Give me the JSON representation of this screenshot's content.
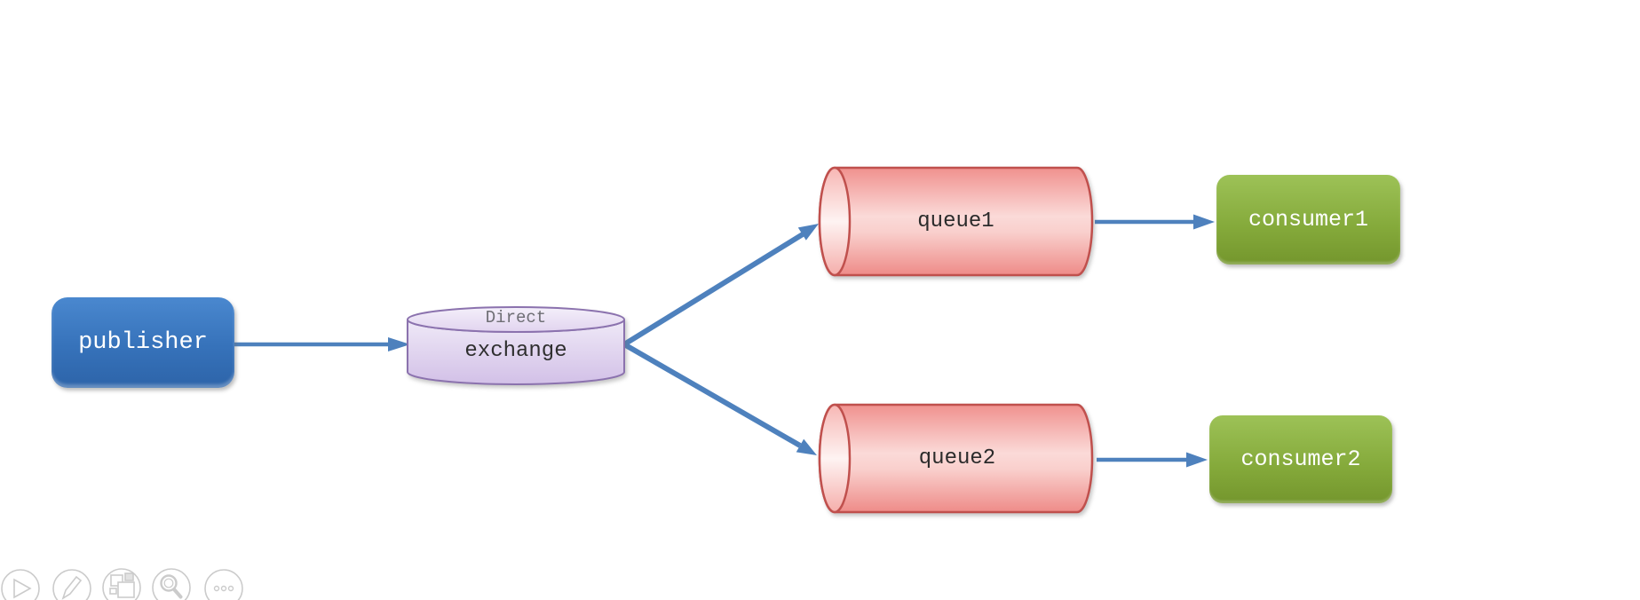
{
  "canvas": {
    "background": "#FFFFFF"
  },
  "nodes": {
    "publisher": {
      "label": "publisher",
      "fill": "#3B74BC",
      "text_color": "#FFFFFF"
    },
    "exchange": {
      "type_label": "Direct",
      "label": "exchange",
      "fill": "#DFCFEF",
      "border": "#8B72AE",
      "type_text_color": "#6E6E74",
      "label_text_color": "#2F2F2F"
    },
    "queue1": {
      "label": "queue1",
      "fill": "#F7A9A6",
      "border": "#C0504D",
      "text_color": "#2B2B2B"
    },
    "queue2": {
      "label": "queue2",
      "fill": "#F7A9A6",
      "border": "#C0504D",
      "text_color": "#2B2B2B"
    },
    "consumer1": {
      "label": "consumer1",
      "fill": "#8AAF3C",
      "text_color": "#FFFFFF"
    },
    "consumer2": {
      "label": "consumer2",
      "fill": "#8AAF3C",
      "text_color": "#FFFFFF"
    }
  },
  "edges": [
    {
      "from": "publisher",
      "to": "exchange"
    },
    {
      "from": "exchange",
      "to": "queue1"
    },
    {
      "from": "exchange",
      "to": "queue2"
    },
    {
      "from": "queue1",
      "to": "consumer1"
    },
    {
      "from": "queue2",
      "to": "consumer2"
    }
  ],
  "arrow_color": "#4E81BD",
  "toolbar": {
    "icon_color": "#CBCBCB",
    "buttons": [
      {
        "icon": "play-icon"
      },
      {
        "icon": "pen-icon"
      },
      {
        "icon": "slides-icon"
      },
      {
        "icon": "zoom-icon"
      },
      {
        "icon": "more-icon"
      }
    ]
  }
}
